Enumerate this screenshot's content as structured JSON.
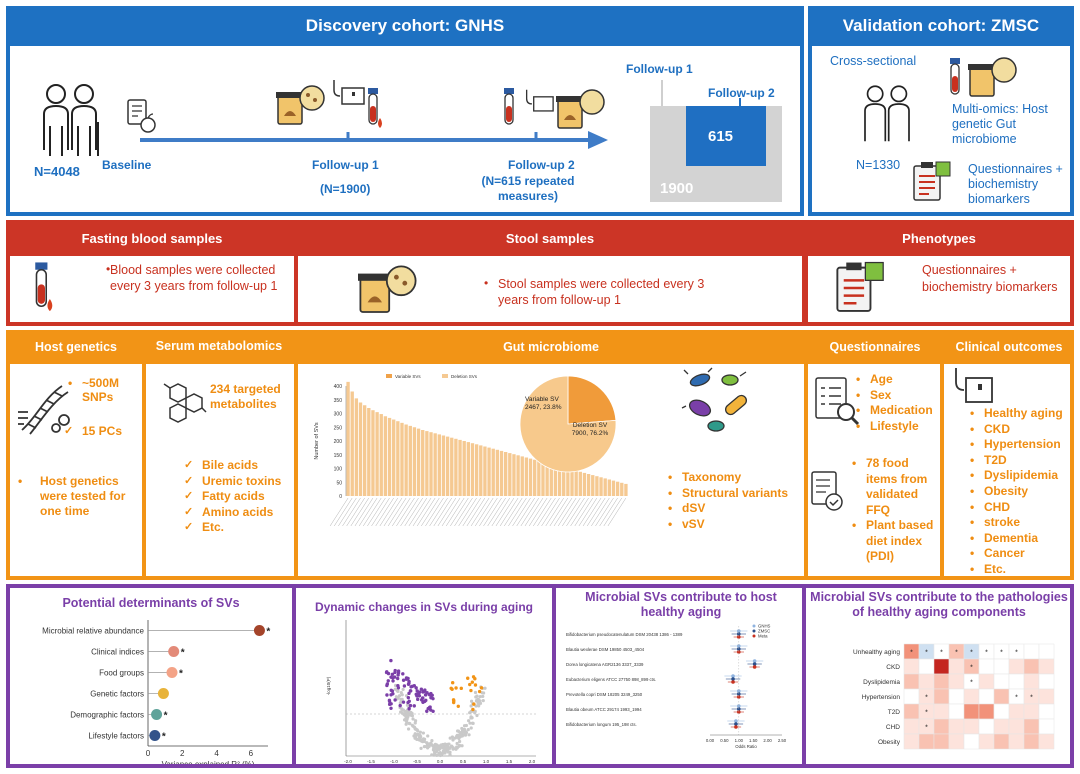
{
  "colors": {
    "blue": "#1e71c2",
    "red": "#cc3526",
    "orange": "#f29416",
    "purple": "#7b3fa8",
    "bar": "#f5c992",
    "pie_main": "#f7c98c",
    "pie_var": "#f09b3a"
  },
  "top": {
    "discovery_title": "Discovery cohort: GNHS",
    "validation_title": "Validation cohort: ZMSC",
    "n_baseline": "N=4048",
    "baseline": "Baseline",
    "fu1": "Follow-up 1",
    "fu1_n": "(N=1900)",
    "fu2": "Follow-up 2",
    "fu2_n": "(N=615 repeated measures)",
    "inset_fu1": "Follow-up 1",
    "inset_fu2": "Follow-up 2",
    "inset_615": "615",
    "inset_1900": "1900",
    "cross": "Cross-sectional",
    "multiomics": "Multi-omics: Host genetic Gut microbiome",
    "n_zmsc": "N=1330",
    "questionnaires": "Questionnaires + biochemistry biomarkers"
  },
  "samples": {
    "blood_title": "Fasting blood samples",
    "stool_title": "Stool samples",
    "pheno_title": "Phenotypes",
    "blood_text": "Blood samples were collected every 3 years from follow-up 1",
    "stool_text": "Stool samples were collected every 3 years from follow-up 1",
    "pheno_text": "Questionnaires + biochemistry biomarkers"
  },
  "omics": {
    "host_title": "Host genetics",
    "serum_title": "Serum metabolomics",
    "gut_title": "Gut microbiome",
    "quest_title": "Questionnaires",
    "clin_title": "Clinical outcomes",
    "host_items": [
      "~500M SNPs",
      "15 PCs"
    ],
    "host_note": "Host genetics were tested for one time",
    "serum_main": "234 targeted metabolites",
    "serum_items": [
      "Bile acids",
      "Uremic toxins",
      "Fatty acids",
      "Amino acids",
      "Etc."
    ],
    "gut_items": [
      "Taxonomy",
      "Structural variants",
      "dSV",
      "vSV"
    ],
    "quest_items": [
      "Age",
      "Sex",
      "Medication",
      "Lifestyle"
    ],
    "diet_items": [
      "78 food items from validated FFQ",
      "Plant based diet index (PDI)"
    ],
    "clin_items": [
      "Healthy aging",
      "CKD",
      "Hypertension",
      "T2D",
      "Dyslipidemia",
      "Obesity",
      "CHD",
      "stroke",
      "Dementia",
      "Cancer",
      "Etc."
    ]
  },
  "chart_data": [
    {
      "type": "bar",
      "title": "",
      "ylabel": "Number of SVs",
      "ylim": [
        0,
        400
      ],
      "yticks": [
        0,
        50,
        100,
        150,
        200,
        250,
        300,
        350,
        400
      ],
      "legend": [
        "Variable SVs",
        "Deletion SVs"
      ],
      "values": [
        415,
        380,
        355,
        340,
        330,
        320,
        312,
        305,
        298,
        290,
        284,
        278,
        272,
        266,
        260,
        255,
        250,
        245,
        240,
        236,
        232,
        228,
        224,
        220,
        216,
        212,
        208,
        204,
        200,
        196,
        192,
        188,
        184,
        180,
        176,
        172,
        168,
        164,
        160,
        156,
        152,
        148,
        144,
        140,
        136,
        132,
        128,
        124,
        120,
        116,
        112,
        108,
        104,
        100,
        96,
        92,
        88,
        84,
        80,
        76,
        72,
        68,
        64,
        60,
        56,
        52,
        48,
        44
      ]
    },
    {
      "type": "pie",
      "slices": [
        {
          "label": "Variable SV",
          "value": 2467,
          "text": "Variable SV 2467, 23.8%"
        },
        {
          "label": "Deletion SV",
          "value": 7900,
          "text": "Deletion SV 7900, 76.2%"
        }
      ]
    },
    {
      "type": "scatter",
      "title": "Potential determinants of SVs",
      "xlabel": "Variance explained R² (%)",
      "xticks": [
        0,
        2,
        4,
        6
      ],
      "xlim": [
        0,
        7
      ],
      "categories": [
        "Microbial relative abundance",
        "Clinical indices",
        "Food groups",
        "Genetic factors",
        "Demographic factors",
        "Lifestyle factors"
      ],
      "values": [
        6.5,
        1.5,
        1.4,
        0.9,
        0.5,
        0.4
      ],
      "significant": [
        true,
        true,
        true,
        false,
        true,
        true
      ],
      "colors": [
        "#a4442a",
        "#e38a78",
        "#f4a387",
        "#e8b33a",
        "#5fa39a",
        "#33538a"
      ]
    }
  ],
  "bottom": {
    "dyn_title": "Dynamic changes in SVs during aging",
    "contrib_title": "Microbial SVs contribute to host healthy aging",
    "patho_title": "Microbial SVs contribute to the pathologies of healthy aging components",
    "forest_rows": [
      "Bifidobacterium pseudocatenulatum DSM 20438 1386 - 1389",
      "Blautia wexlerae DSM 19850 4503_4504",
      "Dorea longicatena AGR2136 3337_3339",
      "Eubacterium eligens ATCC 27750 898_899 cts.",
      "Prevotella copri DSM 18205 3249_3250",
      "Blautia obeum ATCC 29174 1993_1994",
      "Bifidobacterium longum 195_198 cts."
    ],
    "forest_legend": [
      "GNHS",
      "ZMSC",
      "Meta"
    ],
    "forest_xticks": [
      "0.00",
      "0.50",
      "1.00",
      "1.50",
      "2.00",
      "2.50"
    ],
    "forest_xlabel": "Odds Ratio",
    "heat_rows": [
      "Unhealthy aging",
      "CKD",
      "Dyslipidemia",
      "Hypertension",
      "T2D",
      "CHD",
      "Obesity"
    ],
    "volcano_xticks": [
      "-2.0",
      "-1.5",
      "-1.0",
      "-0.5",
      "0.0",
      "0.5",
      "1.0",
      "1.5",
      "2.0"
    ],
    "volcano_ylabel": "-log10(P)"
  }
}
